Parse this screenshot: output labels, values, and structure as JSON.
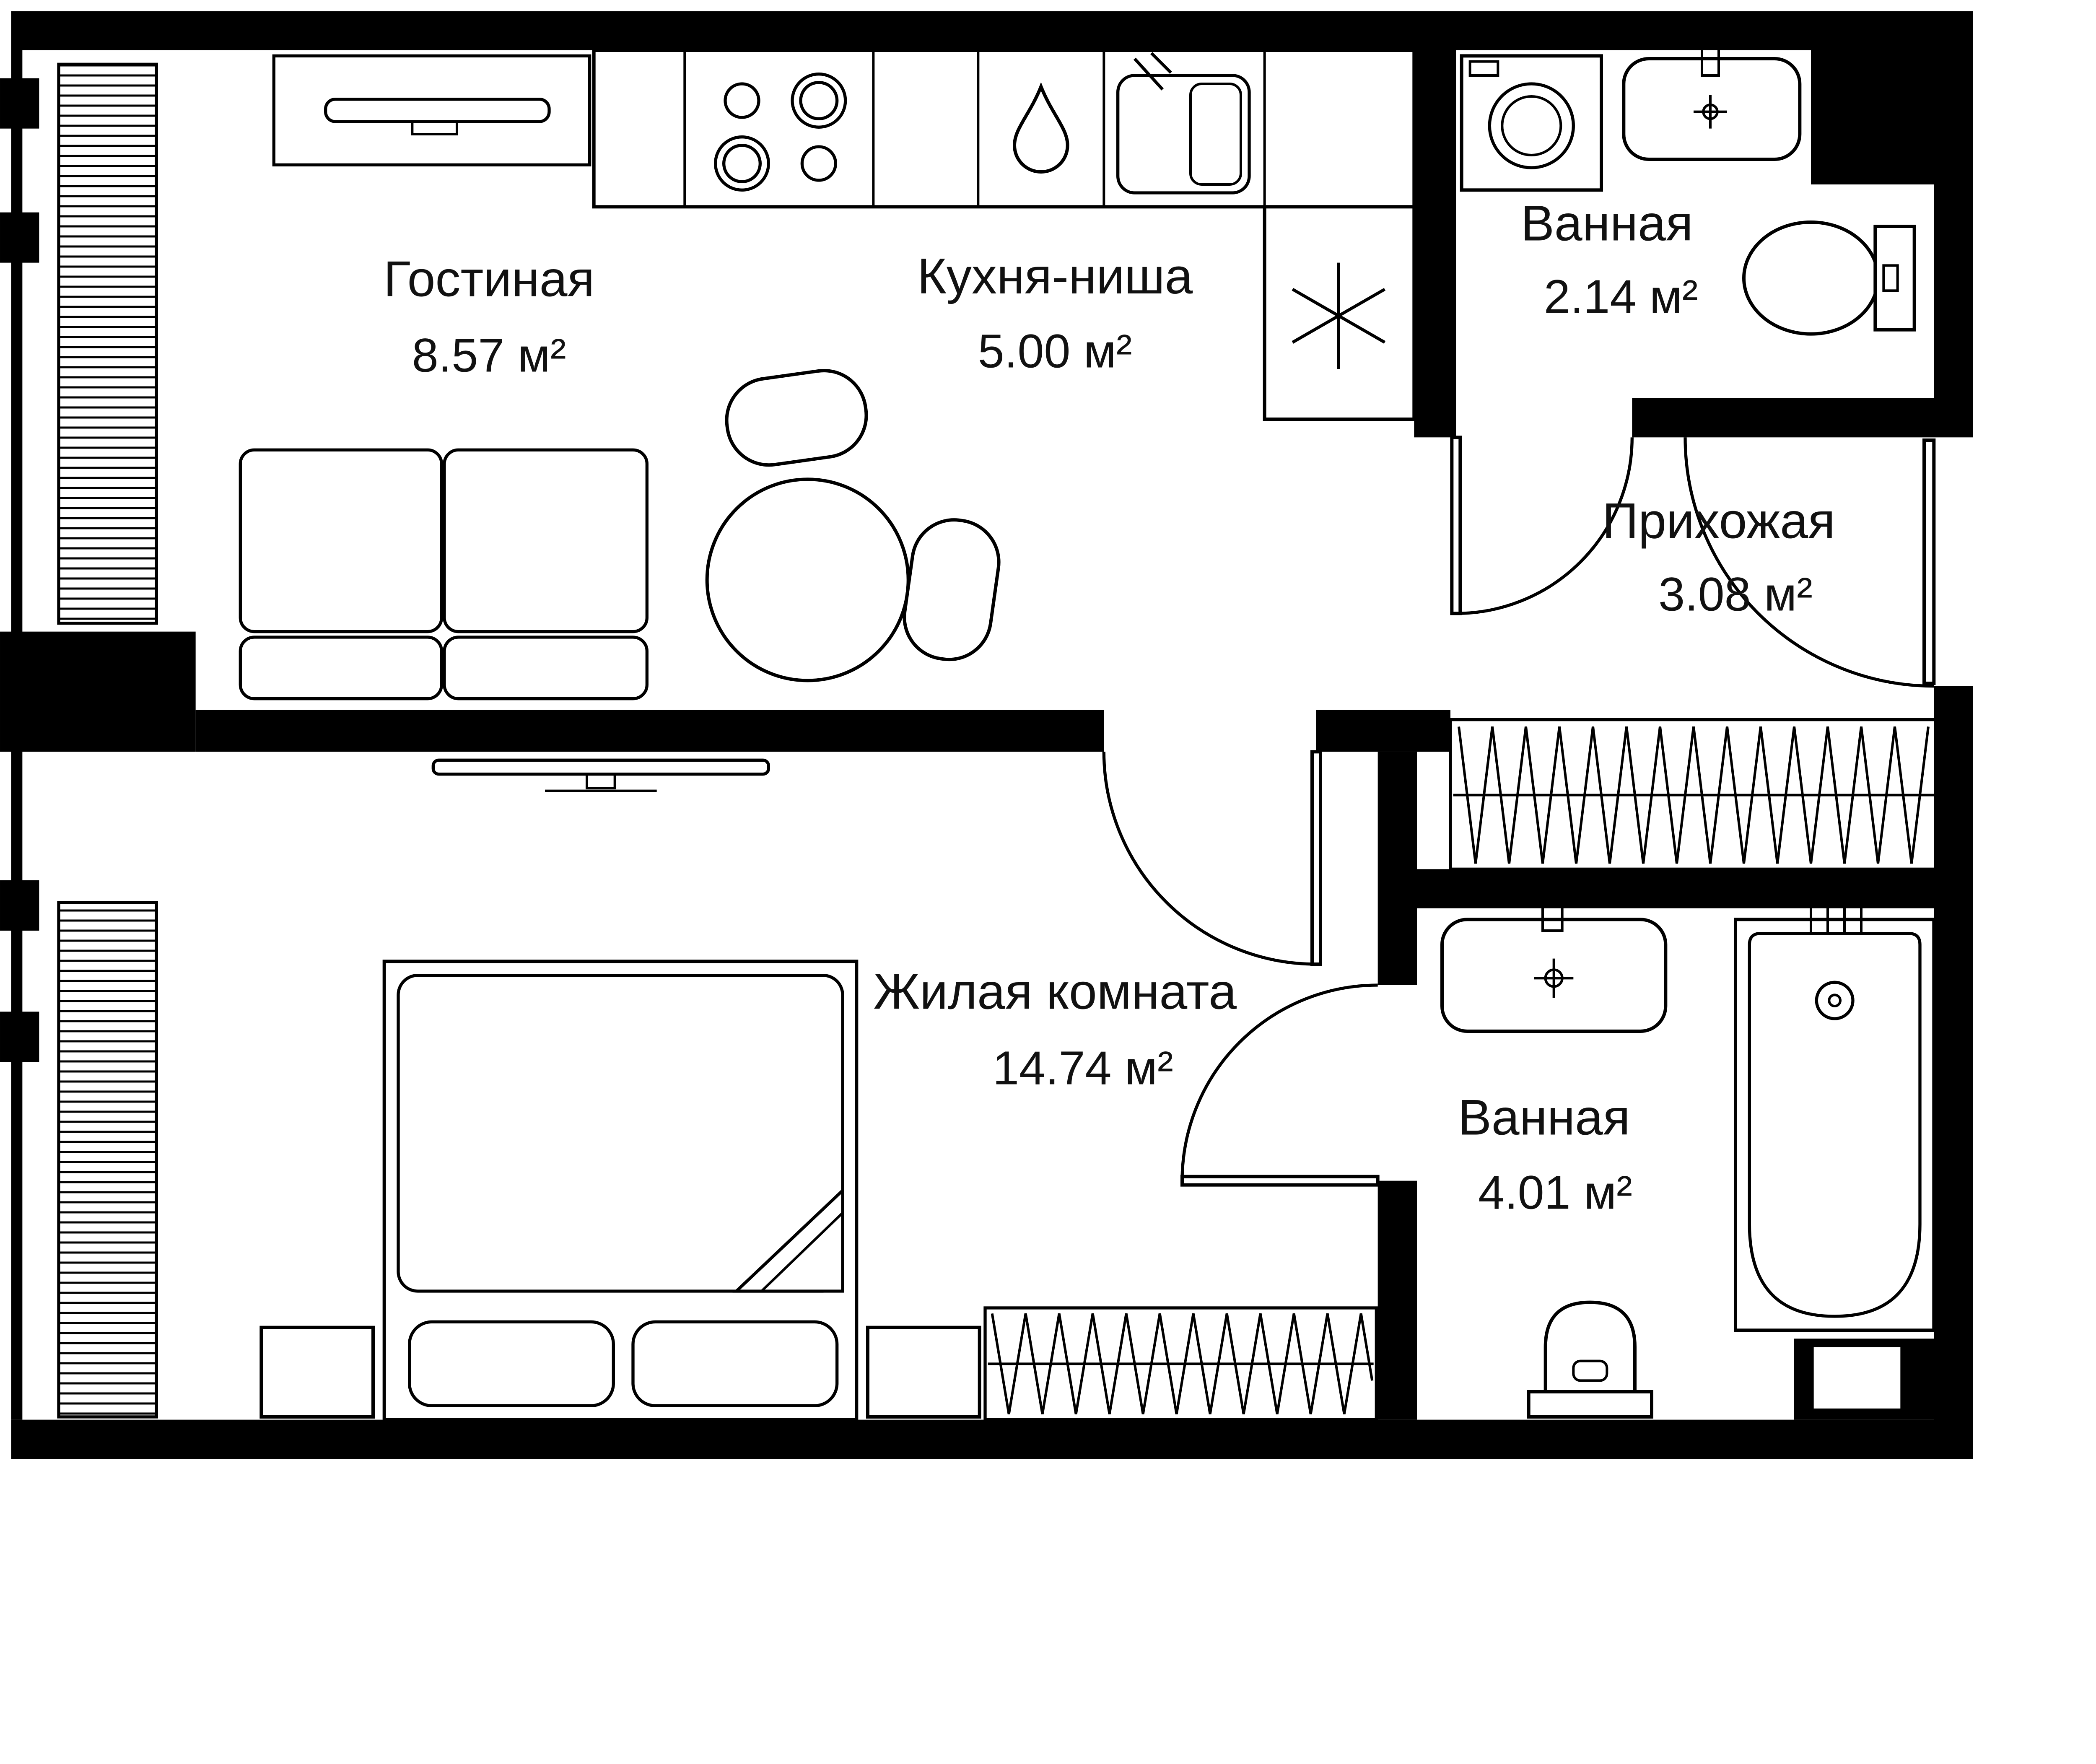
{
  "plan": {
    "rooms": [
      {
        "name": "Гостиная",
        "area": "8.57 м²"
      },
      {
        "name": "Кухня-ниша",
        "area": "5.00 м²"
      },
      {
        "name": "Ванная",
        "area": "2.14 м²"
      },
      {
        "name": "Прихожая",
        "area": "3.08 м²"
      },
      {
        "name": "Жилая комната",
        "area": "14.74 м²"
      },
      {
        "name": "Ванная",
        "area": "4.01 м²"
      }
    ],
    "colors": {
      "walls": "#000000",
      "lines": "#000000",
      "background": "#ffffff"
    }
  }
}
